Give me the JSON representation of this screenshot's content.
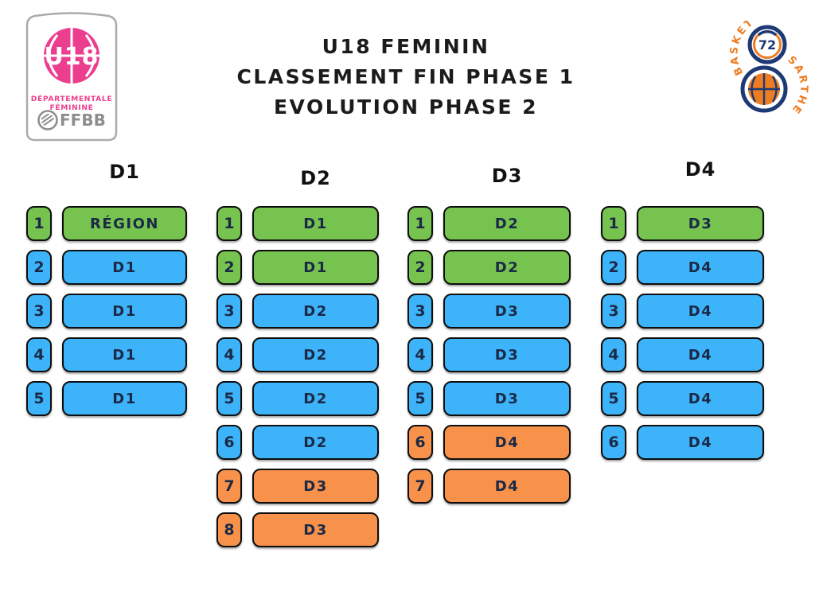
{
  "header": {
    "title_lines": [
      "U18 FEMININ",
      "CLASSEMENT FIN PHASE 1",
      "EVOLUTION PHASE 2"
    ]
  },
  "left_logo": {
    "name": "U18 Départementale Féminine FFBB badge",
    "ball_text": "U18",
    "line1": "DÉPARTEMENTALE",
    "line2": "FÉMININE",
    "federation": "FFBB"
  },
  "right_logo": {
    "name": "Basket Sarthe 72",
    "number": "72",
    "arc_left": "BASKET",
    "arc_right": "SARTHE"
  },
  "colors": {
    "promotion_green": "#76C350",
    "stay_blue": "#3DB4FA",
    "relegation_orange": "#F8924B",
    "box_text_navy": "#1B2947",
    "u18_pink": "#EC3E8E",
    "ffbb_gray": "#8E8E8E",
    "sarthe_navy": "#1E3A74",
    "sarthe_orange": "#EE7D22"
  },
  "columns": [
    {
      "label": "D1",
      "rows": [
        {
          "rank": "1",
          "dest": "RÉGION",
          "status": "up"
        },
        {
          "rank": "2",
          "dest": "D1",
          "status": "stay"
        },
        {
          "rank": "3",
          "dest": "D1",
          "status": "stay"
        },
        {
          "rank": "4",
          "dest": "D1",
          "status": "stay"
        },
        {
          "rank": "5",
          "dest": "D1",
          "status": "stay"
        }
      ]
    },
    {
      "label": "D2",
      "rows": [
        {
          "rank": "1",
          "dest": "D1",
          "status": "up"
        },
        {
          "rank": "2",
          "dest": "D1",
          "status": "up"
        },
        {
          "rank": "3",
          "dest": "D2",
          "status": "stay"
        },
        {
          "rank": "4",
          "dest": "D2",
          "status": "stay"
        },
        {
          "rank": "5",
          "dest": "D2",
          "status": "stay"
        },
        {
          "rank": "6",
          "dest": "D2",
          "status": "stay"
        },
        {
          "rank": "7",
          "dest": "D3",
          "status": "down"
        },
        {
          "rank": "8",
          "dest": "D3",
          "status": "down"
        }
      ]
    },
    {
      "label": "D3",
      "rows": [
        {
          "rank": "1",
          "dest": "D2",
          "status": "up"
        },
        {
          "rank": "2",
          "dest": "D2",
          "status": "up"
        },
        {
          "rank": "3",
          "dest": "D3",
          "status": "stay"
        },
        {
          "rank": "4",
          "dest": "D3",
          "status": "stay"
        },
        {
          "rank": "5",
          "dest": "D3",
          "status": "stay"
        },
        {
          "rank": "6",
          "dest": "D4",
          "status": "down"
        },
        {
          "rank": "7",
          "dest": "D4",
          "status": "down"
        }
      ]
    },
    {
      "label": "D4",
      "rows": [
        {
          "rank": "1",
          "dest": "D3",
          "status": "up"
        },
        {
          "rank": "2",
          "dest": "D4",
          "status": "stay"
        },
        {
          "rank": "3",
          "dest": "D4",
          "status": "stay"
        },
        {
          "rank": "4",
          "dest": "D4",
          "status": "stay"
        },
        {
          "rank": "5",
          "dest": "D4",
          "status": "stay"
        },
        {
          "rank": "6",
          "dest": "D4",
          "status": "stay"
        }
      ]
    }
  ]
}
